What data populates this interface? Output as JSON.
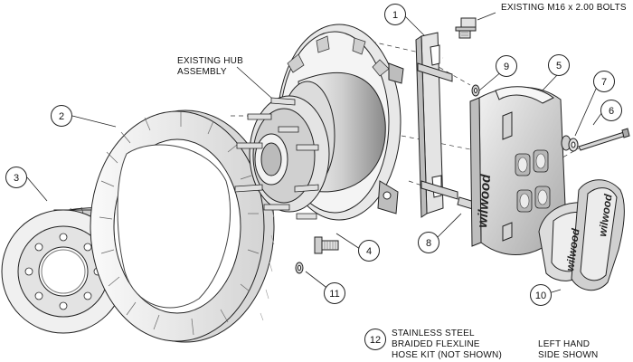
{
  "labels": {
    "existing_bolts": "EXISTING M16 x 2.00 BOLTS",
    "hub_line1": "EXISTING HUB",
    "hub_line2": "ASSEMBLY",
    "hose_line1": "STAINLESS STEEL",
    "hose_line2": "BRAIDED FLEXLINE",
    "hose_line3": "HOSE KIT (NOT SHOWN)",
    "side_line1": "LEFT HAND",
    "side_line2": "SIDE SHOWN"
  },
  "callouts": {
    "c1": "1",
    "c2": "2",
    "c3": "3",
    "c4": "4",
    "c5": "5",
    "c6": "6",
    "c7": "7",
    "c8": "8",
    "c9": "9",
    "c10": "10",
    "c11": "11",
    "c12": "12"
  },
  "brand": {
    "caliper_logo": "wilwood",
    "pad_logo": "wilwood"
  },
  "colors": {
    "line": "#222222",
    "part_fill": "#e9e9e9",
    "part_shade": "#b9b9b9",
    "dark": "#555555"
  }
}
